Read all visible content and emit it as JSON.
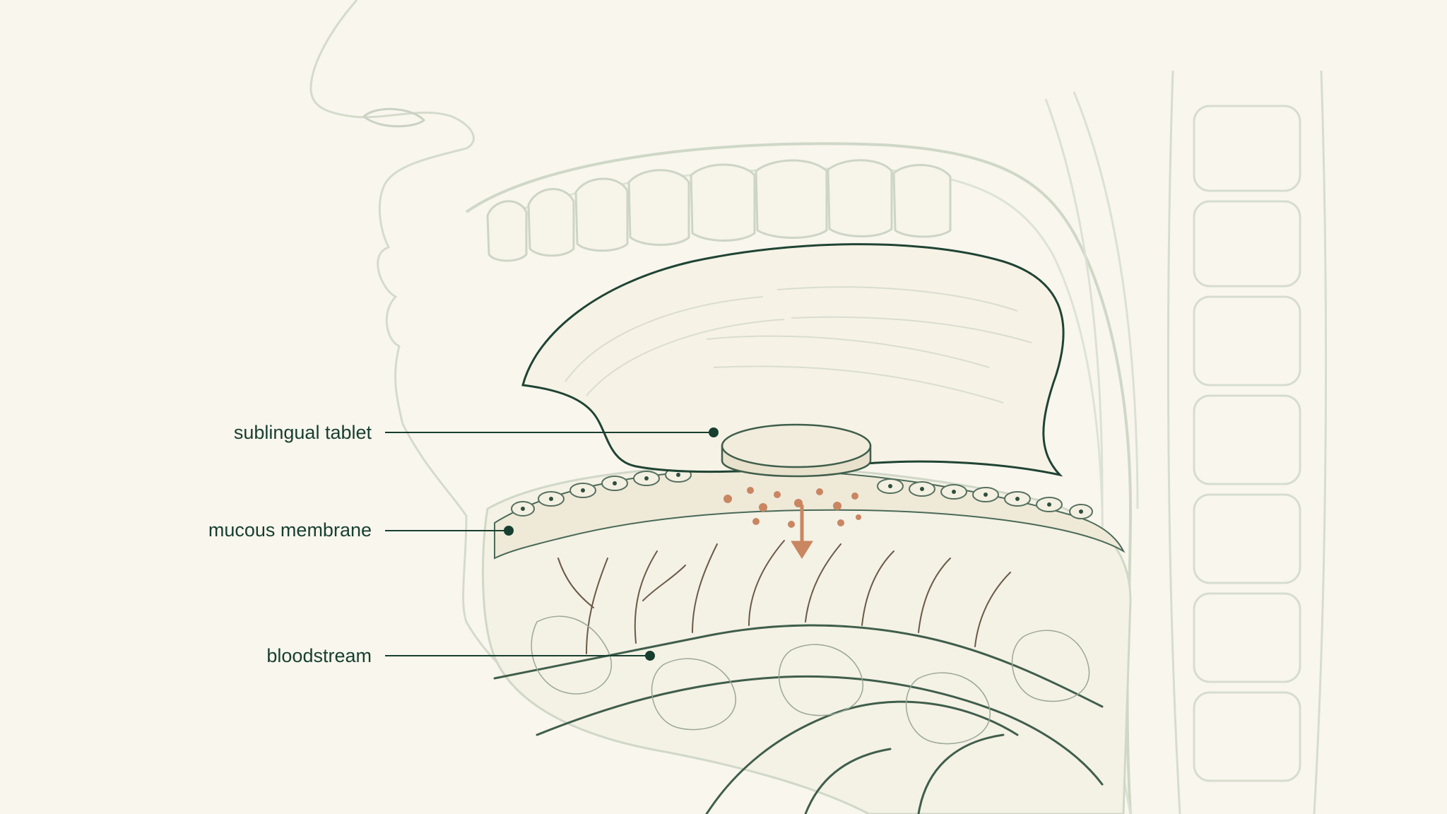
{
  "labels": {
    "tablet": "sublingual tablet",
    "mucous": "mucous membrane",
    "bloodstream": "bloodstream"
  },
  "colors": {
    "background": "#f9f6ee",
    "anatomy_outline": "#c9d2c3",
    "label_ink": "#173f2f",
    "absorption_accent": "#c98660"
  },
  "icons": {
    "absorption-arrow": "down-arrow"
  }
}
